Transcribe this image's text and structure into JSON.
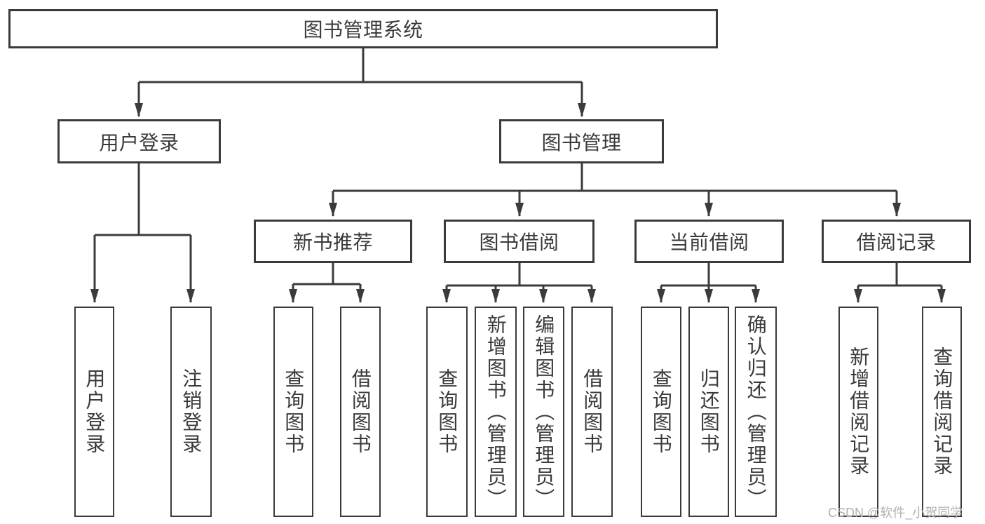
{
  "nodes": {
    "root": {
      "label": "图书管理系统"
    },
    "user_login": {
      "label": "用户登录"
    },
    "book_mgmt": {
      "label": "图书管理"
    },
    "new_book_rec": {
      "label": "新书推荐"
    },
    "book_borrow": {
      "label": "图书借阅"
    },
    "current_borrow": {
      "label": "当前借阅"
    },
    "borrow_records": {
      "label": "借阅记录"
    },
    "leaf_user_login": {
      "label": "用户登录"
    },
    "leaf_logout": {
      "label": "注销登录"
    },
    "leaf_query_book_1": {
      "label": "查询图书"
    },
    "leaf_borrow_book_1": {
      "label": "借阅图书"
    },
    "leaf_query_book_2": {
      "label": "查询图书"
    },
    "leaf_add_book": {
      "label": "新增图书（管理员）"
    },
    "leaf_edit_book": {
      "label": "编辑图书（管理员）"
    },
    "leaf_borrow_book_2": {
      "label": "借阅图书"
    },
    "leaf_query_book_3": {
      "label": "查询图书"
    },
    "leaf_return_book": {
      "label": "归还图书"
    },
    "leaf_confirm_return": {
      "label": "确认归还（管理员）"
    },
    "leaf_add_record": {
      "label": "新增借阅记录"
    },
    "leaf_query_record": {
      "label": "查询借阅记录"
    }
  },
  "watermark": {
    "text": "CSDN @软件_小贺同学"
  },
  "colors": {
    "line": "#3b3b3b",
    "text": "#3a3a3a",
    "watermark": "#b1b1b1",
    "background": "#ffffff"
  }
}
